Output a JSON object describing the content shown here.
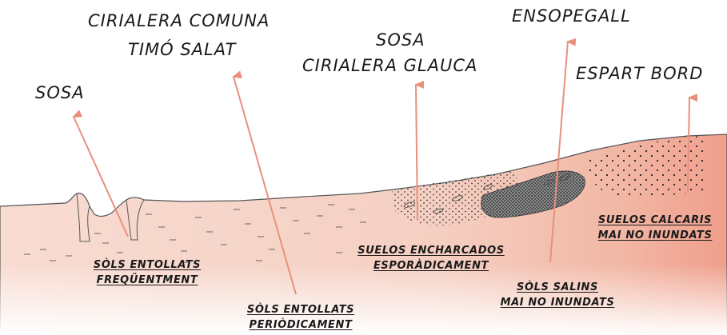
{
  "plant_labels": {
    "sosa_left": "SOSA",
    "cirialera_comuna": "CIRIALERA COMUNA",
    "timo_salat": "TIMÓ SALAT",
    "sosa_center": "SOSA",
    "cirialera_glauca": "CIRIALERA GLAUCA",
    "ensopegall": "ENSOPEGALL",
    "espart_bord": "ESPART BORD"
  },
  "soil_labels": {
    "frequent_line1": "SÒLS ENTOLLATS",
    "frequent_line2": "FREQÜENTMENT",
    "periodic_line1": "SÒLS ENTOLLATS",
    "periodic_line2": "PERIÒDICAMENT",
    "sporadic_line1": "SUELOS ENCHARCADOS",
    "sporadic_line2": "ESPORÀDICAMENT",
    "saline_line1": "SÒLS SALINS",
    "saline_line2": "MAI NO INUNDATS",
    "calcareous_line1": "SUELOS CALCARIS",
    "calcareous_line2": "MAI NO INUNDATS"
  },
  "colors": {
    "arrow": "#e8907c",
    "soil_fill": "#f6d6cc",
    "soil_dark": "#ef9f8b",
    "outline": "#555555",
    "text": "#1a1a1a"
  }
}
